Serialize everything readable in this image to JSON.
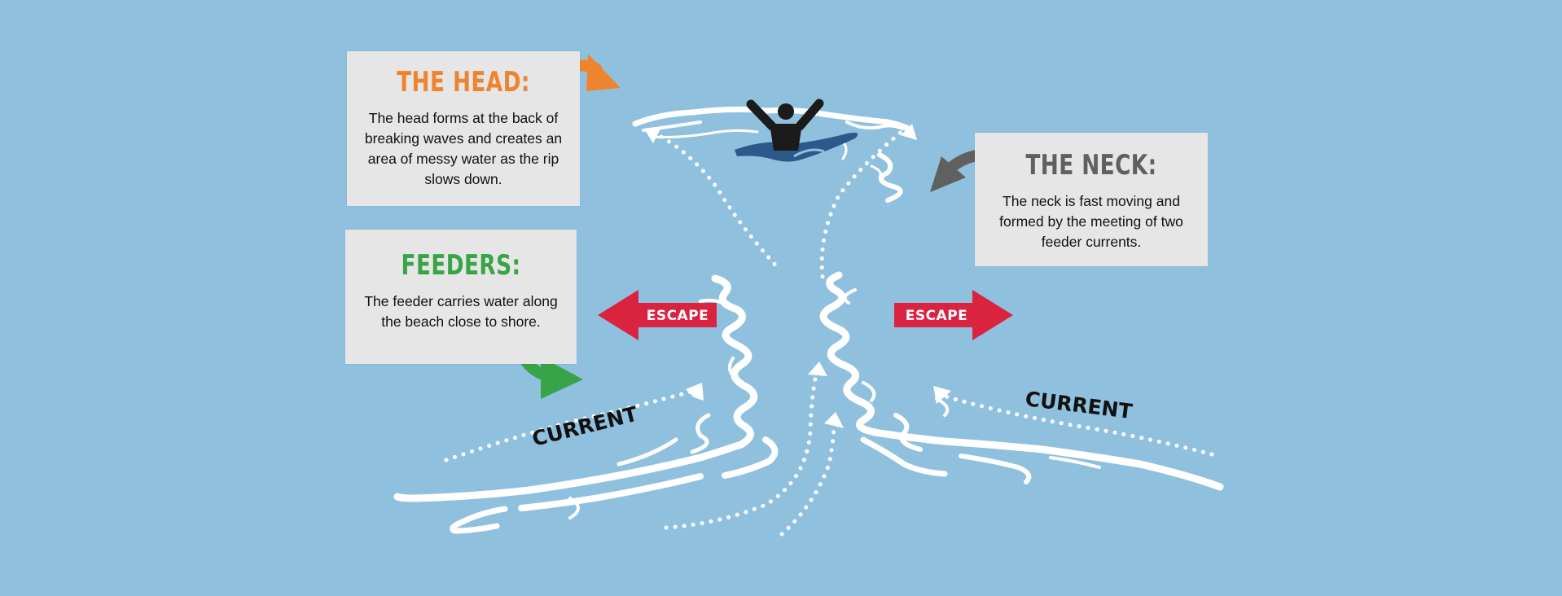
{
  "colors": {
    "background": "#8fc1de",
    "card": "#e6e6e6",
    "head": "#ef8430",
    "feeders": "#39a348",
    "neck": "#5e615e",
    "escape": "#d9233f",
    "water": "#ffffff",
    "swimmer": "#1b1b1b",
    "swimmer_water": "#2b5a8a"
  },
  "head": {
    "title": "THE HEAD:",
    "body": "The head forms at the back of breaking waves and creates an area of messy water as the rip slows down."
  },
  "feeders": {
    "title": "FEEDERS:",
    "body": "The feeder carries water along the beach close to shore."
  },
  "neck": {
    "title": "THE NECK:",
    "body": "The neck is fast moving and formed by the meeting of two feeder currents."
  },
  "escape_left": {
    "label": "ESCAPE"
  },
  "escape_right": {
    "label": "ESCAPE"
  },
  "current_left": {
    "label": "CURRENT"
  },
  "current_right": {
    "label": "CURRENT"
  },
  "icons": {
    "swimmer": "swimmer-icon",
    "head_arrow": "curved-arrow-icon",
    "neck_arrow": "curved-arrow-icon",
    "feeders_arrow": "curved-arrow-icon"
  }
}
